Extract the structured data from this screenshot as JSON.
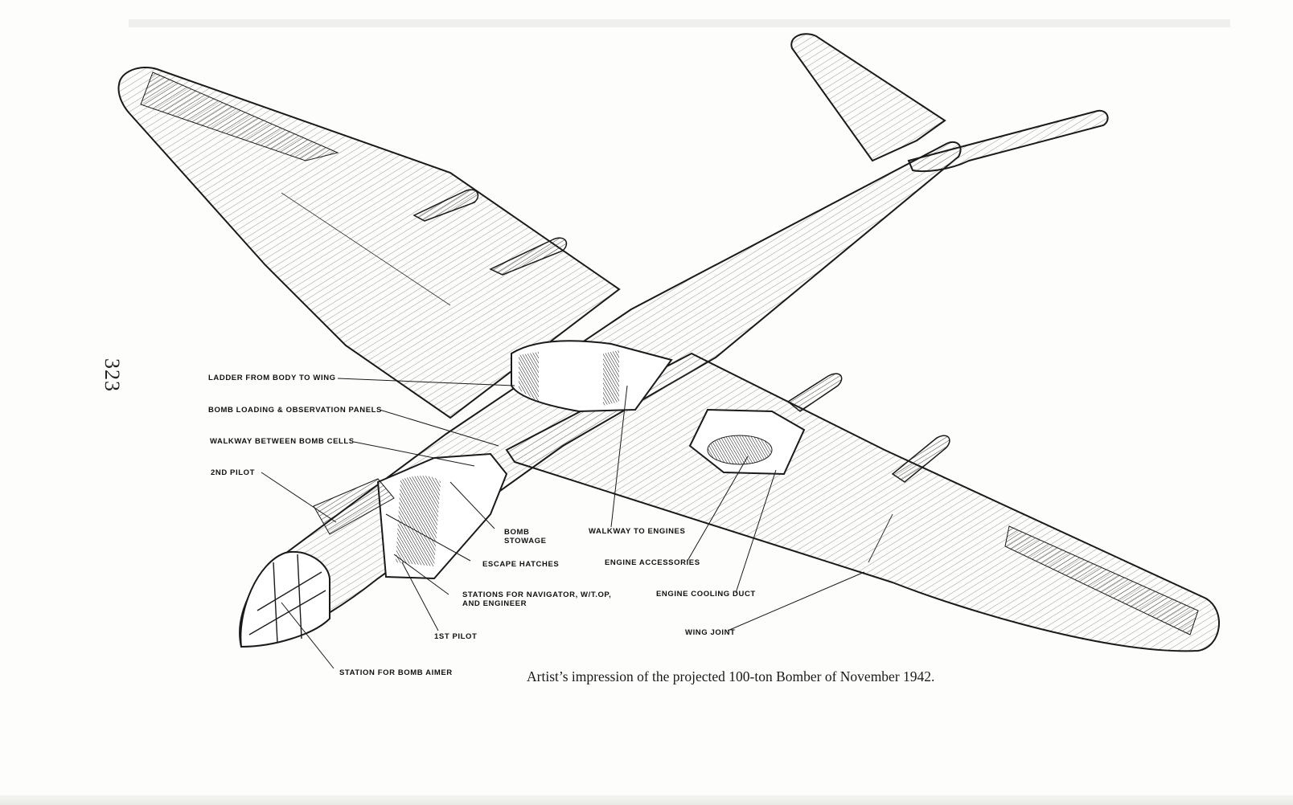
{
  "page": {
    "number": "323",
    "caption": "Artist’s impression of the projected 100-ton Bomber of November 1942."
  },
  "labels": {
    "ladder": "LADDER FROM BODY TO WING",
    "bomb_loading": "BOMB LOADING & OBSERVATION PANELS",
    "walkway_bomb_cells": "WALKWAY BETWEEN BOMB CELLS",
    "second_pilot": "2ND PILOT",
    "bomb_stowage_line1": "BOMB",
    "bomb_stowage_line2": "STOWAGE",
    "escape_hatches": "ESCAPE HATCHES",
    "stations_line1": "STATIONS FOR NAVIGATOR, W/T.OP,",
    "stations_line2": "AND ENGINEER",
    "first_pilot": "1ST PILOT",
    "bomb_aimer": "STATION FOR BOMB AIMER",
    "walkway_engines": "WALKWAY TO ENGINES",
    "engine_accessories": "ENGINE ACCESSORIES",
    "engine_cooling": "ENGINE COOLING DUCT",
    "wing_joint": "WING JOINT"
  },
  "colors": {
    "ink": "#1a1a1a",
    "paper": "#fdfdfc",
    "shade": "#cfcfcf"
  }
}
